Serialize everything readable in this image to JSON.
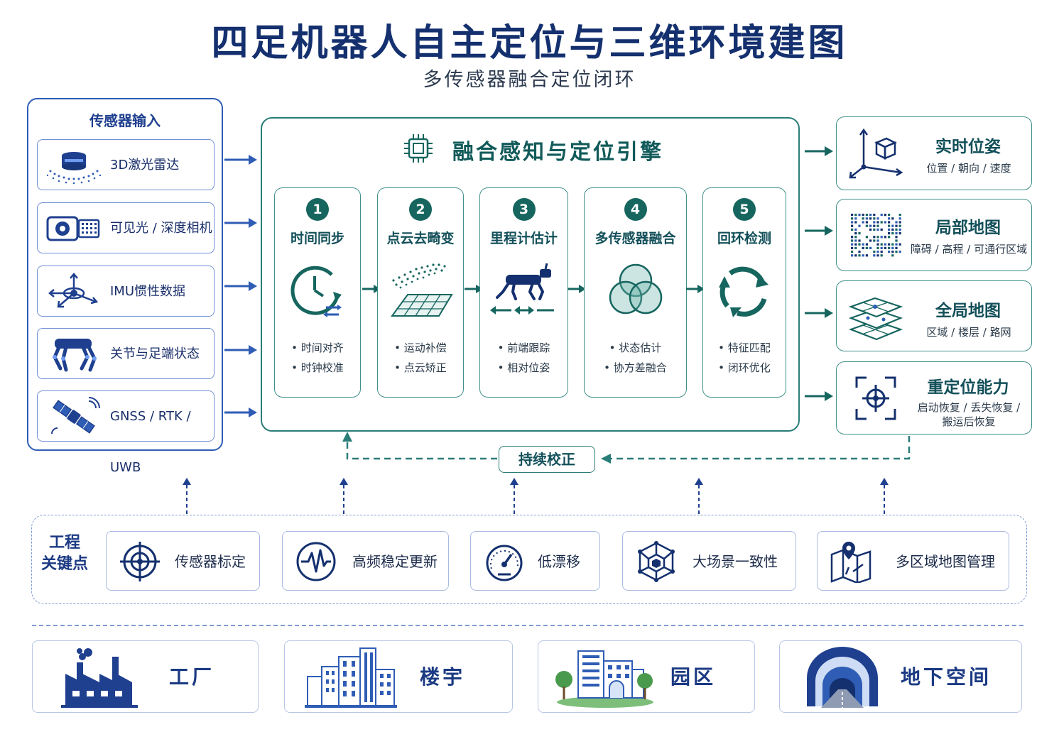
{
  "title": "四足机器人自主定位与三维环境建图",
  "subtitle": "多传感器融合定位闭环",
  "sensors": {
    "title": "传感器输入",
    "items": [
      {
        "label": "3D激光雷达",
        "icon": "lidar-icon"
      },
      {
        "label": "可见光 / 深度相机",
        "icon": "camera-icon"
      },
      {
        "label": "IMU惯性数据",
        "icon": "imu-axes-icon"
      },
      {
        "label": "关节与足端状态",
        "icon": "quadruped-leg-icon"
      },
      {
        "label": "GNSS / RTK / UWB",
        "icon": "satellite-icon"
      }
    ]
  },
  "engine": {
    "title": "融合感知与定位引擎",
    "steps": [
      {
        "num": "1",
        "title": "时间同步",
        "bullets": [
          "时间对齐",
          "时钟校准"
        ],
        "icon": "clock-icon"
      },
      {
        "num": "2",
        "title": "点云去畸变",
        "bullets": [
          "运动补偿",
          "点云矫正"
        ],
        "icon": "point-cloud-grid-icon"
      },
      {
        "num": "3",
        "title": "里程计估计",
        "bullets": [
          "前端跟踪",
          "相对位姿"
        ],
        "icon": "robot-dog-icon"
      },
      {
        "num": "4",
        "title": "多传感器融合",
        "bullets": [
          "状态估计",
          "协方差融合"
        ],
        "icon": "venn-icon"
      },
      {
        "num": "5",
        "title": "回环检测",
        "bullets": [
          "特征匹配",
          "闭环优化"
        ],
        "icon": "loop-arrows-icon"
      }
    ]
  },
  "outputs": [
    {
      "title": "实时位姿",
      "subtitle": "位置 / 朝向 / 速度",
      "icon": "pose-cube-icon"
    },
    {
      "title": "局部地图",
      "subtitle": "障碍 / 高程 / 可通行区域",
      "icon": "local-map-icon"
    },
    {
      "title": "全局地图",
      "subtitle": "区域 / 楼层 / 路网",
      "icon": "layers-map-icon"
    },
    {
      "title": "重定位能力",
      "subtitle_lines": [
        "启动恢复 / 丢失恢复 /",
        "搬运后恢复"
      ],
      "icon": "relocalize-target-icon"
    }
  ],
  "feedback": {
    "label": "持续校正"
  },
  "key_points": {
    "title_lines": [
      "工程",
      "关键点"
    ],
    "items": [
      {
        "label": "传感器标定",
        "icon": "crosshair-icon"
      },
      {
        "label": "高频稳定更新",
        "icon": "waveform-icon"
      },
      {
        "label": "低漂移",
        "icon": "gauge-icon"
      },
      {
        "label": "大场景一致性",
        "icon": "network-cube-icon"
      },
      {
        "label": "多区域地图管理",
        "icon": "map-pin-icon"
      }
    ]
  },
  "scenes": [
    {
      "label": "工厂",
      "icon": "factory-icon"
    },
    {
      "label": "楼宇",
      "icon": "buildings-icon"
    },
    {
      "label": "园区",
      "icon": "campus-icon"
    },
    {
      "label": "地下空间",
      "icon": "tunnel-icon"
    }
  ],
  "colors": {
    "navy": "#14306e",
    "blue": "#2f5db5",
    "teal": "#16665f",
    "teal_line": "#2a7d78"
  }
}
